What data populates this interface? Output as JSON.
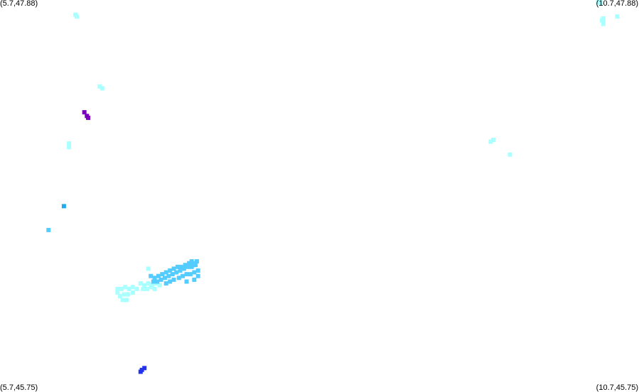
{
  "map": {
    "corner_labels": {
      "top_left": "(5.7,47.88)",
      "top_right": "(10.7,47.88)",
      "bottom_left": "(5.7,45.75)",
      "bottom_right": "(10.7,45.75)"
    },
    "extent": {
      "lon_min": 5.7,
      "lon_max": 10.7,
      "lat_min": 45.75,
      "lat_max": 47.88
    },
    "background": "#ffffff",
    "label_color": "#000000",
    "colors": {
      "pale_cyan": "#aaffff",
      "sky_blue": "#55ccff",
      "azure": "#22aaee",
      "deep_blue": "#2233ee",
      "purple": "#7700bb"
    },
    "point_clusters": [
      {
        "color": "pale_cyan",
        "points": [
          [
            6.29,
            47.8
          ],
          [
            6.3,
            47.79
          ]
        ]
      },
      {
        "color": "pale_cyan",
        "points": [
          [
            6.48,
            47.41
          ],
          [
            6.5,
            47.4
          ]
        ]
      },
      {
        "color": "purple",
        "points": [
          [
            6.36,
            47.27
          ],
          [
            6.38,
            47.25
          ],
          [
            6.39,
            47.24
          ]
        ]
      },
      {
        "color": "pale_cyan",
        "points": [
          [
            6.24,
            47.1
          ],
          [
            6.24,
            47.08
          ]
        ]
      },
      {
        "color": "azure",
        "points": [
          [
            6.2,
            46.76
          ]
        ]
      },
      {
        "color": "sky_blue",
        "points": [
          [
            6.08,
            46.63
          ]
        ]
      },
      {
        "color": "deep_blue",
        "points": [
          [
            6.8,
            45.86
          ],
          [
            6.81,
            45.87
          ],
          [
            6.83,
            45.88
          ]
        ]
      },
      {
        "color": "pale_cyan",
        "points": [
          [
            6.62,
            46.29
          ],
          [
            6.65,
            46.31
          ],
          [
            6.68,
            46.32
          ],
          [
            6.71,
            46.31
          ],
          [
            6.74,
            46.32
          ],
          [
            6.77,
            46.31
          ],
          [
            6.64,
            46.27
          ],
          [
            6.67,
            46.28
          ],
          [
            6.7,
            46.28
          ],
          [
            6.66,
            46.25
          ],
          [
            6.69,
            46.25
          ],
          [
            6.62,
            46.31
          ],
          [
            6.74,
            46.29
          ]
        ]
      },
      {
        "color": "pale_cyan",
        "points": [
          [
            6.8,
            46.34
          ],
          [
            6.83,
            46.33
          ],
          [
            6.86,
            46.34
          ],
          [
            6.89,
            46.33
          ],
          [
            6.92,
            46.34
          ],
          [
            6.95,
            46.33
          ],
          [
            6.82,
            46.31
          ],
          [
            6.85,
            46.31
          ],
          [
            6.88,
            46.32
          ],
          [
            6.91,
            46.31
          ],
          [
            6.86,
            46.42
          ]
        ]
      },
      {
        "color": "sky_blue",
        "points": [
          [
            6.88,
            46.38
          ],
          [
            6.91,
            46.37
          ],
          [
            6.94,
            46.38
          ],
          [
            6.97,
            46.39
          ],
          [
            7.0,
            46.4
          ],
          [
            7.03,
            46.41
          ],
          [
            7.06,
            46.42
          ],
          [
            7.09,
            46.43
          ],
          [
            7.12,
            46.43
          ],
          [
            7.15,
            46.44
          ],
          [
            7.18,
            46.45
          ],
          [
            7.21,
            46.45
          ],
          [
            6.9,
            46.35
          ],
          [
            6.93,
            46.35
          ],
          [
            6.96,
            46.36
          ],
          [
            6.99,
            46.37
          ],
          [
            7.02,
            46.38
          ],
          [
            7.05,
            46.39
          ],
          [
            7.08,
            46.4
          ],
          [
            7.11,
            46.41
          ],
          [
            7.14,
            46.42
          ],
          [
            7.17,
            46.43
          ],
          [
            7.2,
            46.43
          ],
          [
            7.23,
            46.44
          ],
          [
            7.0,
            46.34
          ],
          [
            7.03,
            46.35
          ],
          [
            7.06,
            46.36
          ],
          [
            7.1,
            46.37
          ],
          [
            7.13,
            46.38
          ],
          [
            7.16,
            46.39
          ],
          [
            7.19,
            46.39
          ],
          [
            7.22,
            46.4
          ],
          [
            7.25,
            46.41
          ],
          [
            7.25,
            46.38
          ],
          [
            7.22,
            46.36
          ],
          [
            7.16,
            46.35
          ],
          [
            7.2,
            46.46
          ],
          [
            7.24,
            46.46
          ]
        ]
      },
      {
        "color": "pale_cyan",
        "points": [
          [
            9.54,
            47.11
          ],
          [
            9.56,
            47.12
          ]
        ]
      },
      {
        "color": "pale_cyan",
        "points": [
          [
            9.69,
            47.04
          ]
        ]
      },
      {
        "color": "pale_cyan",
        "points": [
          [
            10.38,
            47.88
          ],
          [
            10.4,
            47.88
          ],
          [
            10.4,
            47.86
          ],
          [
            10.42,
            47.78
          ],
          [
            10.41,
            47.77
          ],
          [
            10.42,
            47.76
          ],
          [
            10.42,
            47.75
          ],
          [
            10.53,
            47.79
          ]
        ]
      }
    ]
  }
}
